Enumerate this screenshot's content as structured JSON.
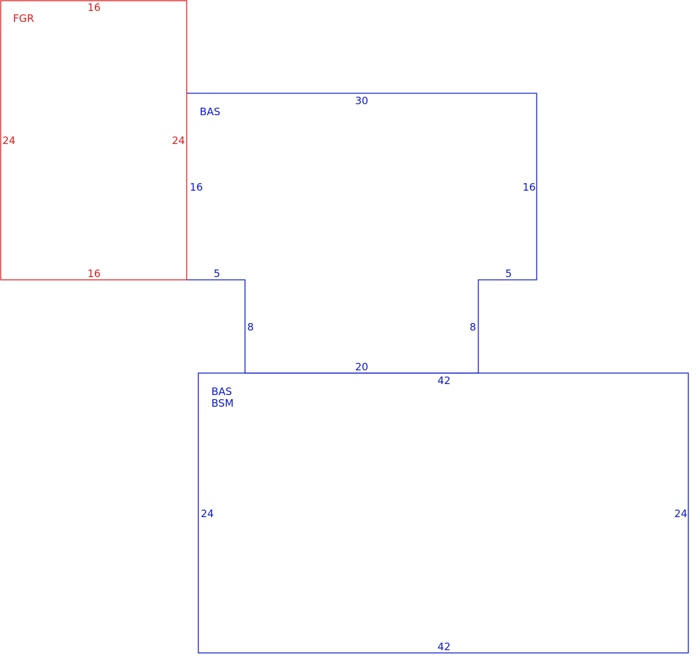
{
  "colors": {
    "garage": "#e11b1b",
    "living": "#0a18c8",
    "background": "#ffffff"
  },
  "areas": {
    "garage": {
      "label": "FGR",
      "dims": {
        "top": "16",
        "bottom": "16",
        "left": "24",
        "right": "24"
      }
    },
    "upper_living": {
      "label": "BAS",
      "dims": {
        "top": "30",
        "left": "16",
        "right": "16",
        "step_left_top": "5",
        "step_left_side": "8",
        "step_right_top": "5",
        "step_right_side": "8",
        "bottom": "20"
      }
    },
    "lower_living": {
      "label_line1": "BAS",
      "label_line2": "BSM",
      "dims": {
        "top": "42",
        "bottom": "42",
        "left": "24",
        "right": "24"
      }
    }
  }
}
